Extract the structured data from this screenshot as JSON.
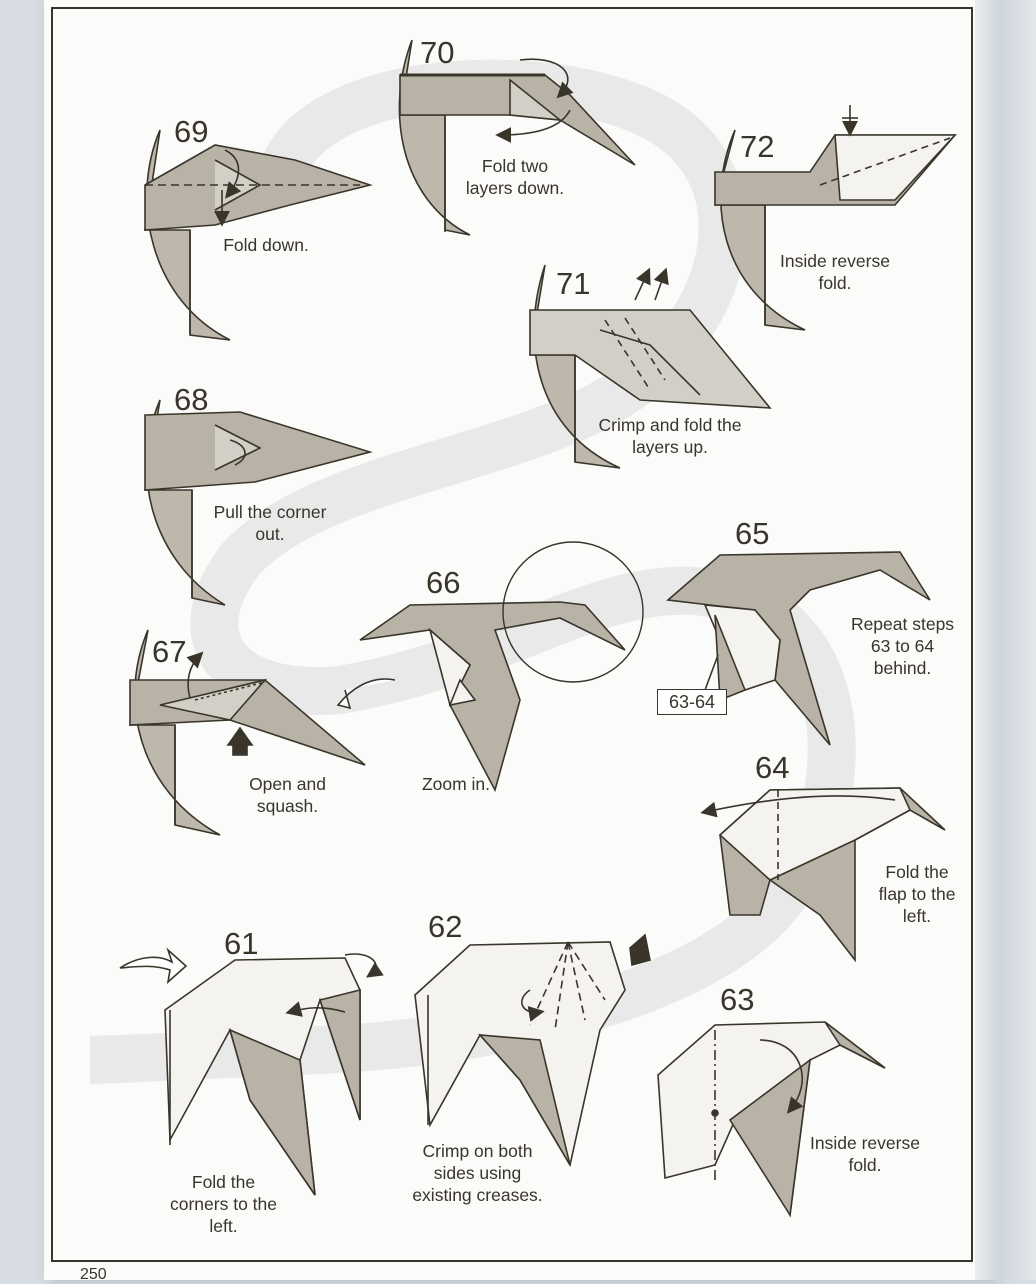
{
  "steps": [
    {
      "number": "61",
      "caption": "Fold the\ncorners to the\nleft."
    },
    {
      "number": "62",
      "caption": "Crimp on both\nsides using\nexisting creases."
    },
    {
      "number": "63",
      "caption": "Inside reverse\nfold."
    },
    {
      "number": "64",
      "caption": "Fold the\nflap to the\nleft."
    },
    {
      "number": "65",
      "caption": "Repeat steps\n63 to 64\nbehind."
    },
    {
      "number": "66",
      "caption": "Zoom in."
    },
    {
      "number": "67",
      "caption": "Open and\nsquash."
    },
    {
      "number": "68",
      "caption": "Pull the corner\nout."
    },
    {
      "number": "69",
      "caption": "Fold down."
    },
    {
      "number": "70",
      "caption": "Fold two\nlayers down."
    },
    {
      "number": "71",
      "caption": "Crimp and fold the\nlayers up."
    },
    {
      "number": "72",
      "caption": "Inside reverse\nfold."
    }
  ],
  "reference_label": "63-64",
  "folio": "250",
  "colors": {
    "paper": "#fbfbf9",
    "ink": "#3a352b",
    "shade": "#b8b3a6",
    "light_shade": "#d2cfc6",
    "watermark": "#e6e6e6"
  }
}
